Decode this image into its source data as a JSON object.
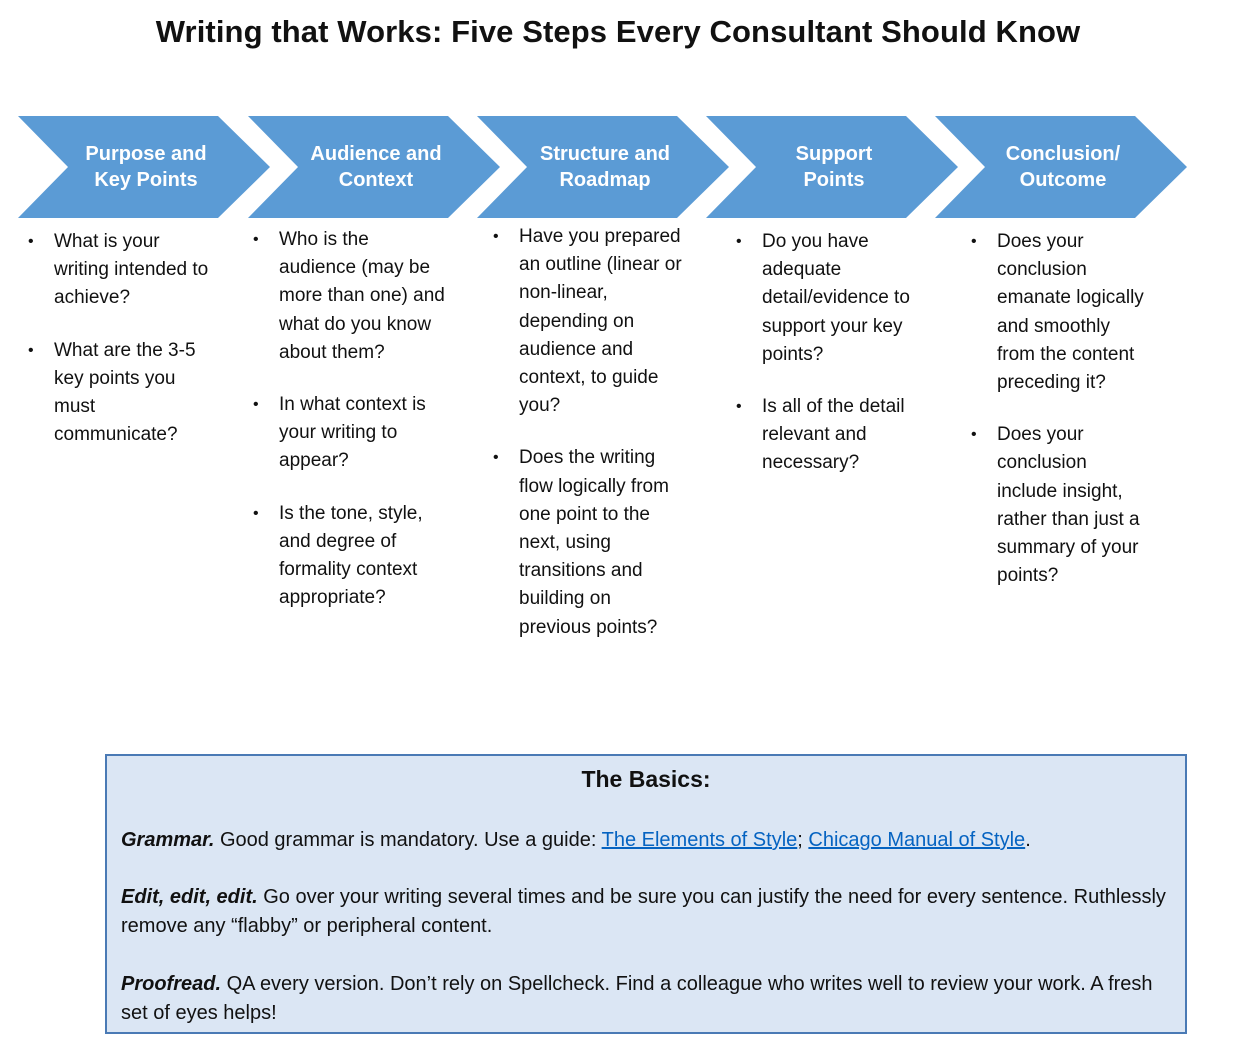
{
  "title": "Writing that Works: Five Steps Every Consultant Should Know",
  "colors": {
    "chevron": "#5b9bd5",
    "chevron_text": "#ffffff",
    "box_fill": "#dbe6f4",
    "box_border": "#4a7ab5",
    "link": "#0563c1"
  },
  "steps": [
    {
      "label": "Purpose and\nKey Points",
      "bullets": [
        "What is your writing intended to achieve?",
        "What are the 3-5 key points you must communicate?"
      ]
    },
    {
      "label": "Audience and\nContext",
      "bullets": [
        "Who is the audience (may be more than one) and what do you know about them?",
        "In what context is your writing to appear?",
        "Is the tone, style, and degree of formality context appropriate?"
      ]
    },
    {
      "label": "Structure and\nRoadmap",
      "bullets": [
        "Have you prepared an outline (linear or non-linear, depending on audience and context, to guide you?",
        "Does the writing flow logically from one point to the next, using transitions and building on previous points?"
      ]
    },
    {
      "label": "Support\nPoints",
      "bullets": [
        "Do you have adequate detail/evidence to support your key points?",
        "Is all of the detail relevant and necessary?"
      ]
    },
    {
      "label": "Conclusion/\nOutcome",
      "bullets": [
        "Does your conclusion emanate logically and smoothly from the content preceding it?",
        "Does your conclusion include insight, rather than just a summary of your points?"
      ]
    }
  ],
  "basics": {
    "title": "The Basics:",
    "grammar_label": "Grammar.",
    "grammar_text": " Good grammar is mandatory. Use a guide: ",
    "link1": "The Elements of Style",
    "separator": ";",
    "link2": "Chicago Manual of Style",
    "end": ".",
    "edit_label": "Edit, edit, edit.",
    "edit_text": " Go over your writing several times and be sure you can justify the need for every sentence. Ruthlessly remove any “flabby” or peripheral content.",
    "proof_label": "Proofread.",
    "proof_text": " QA every version. Don’t rely on Spellcheck. Find a colleague who writes well to review your work. A fresh set of eyes helps!"
  }
}
